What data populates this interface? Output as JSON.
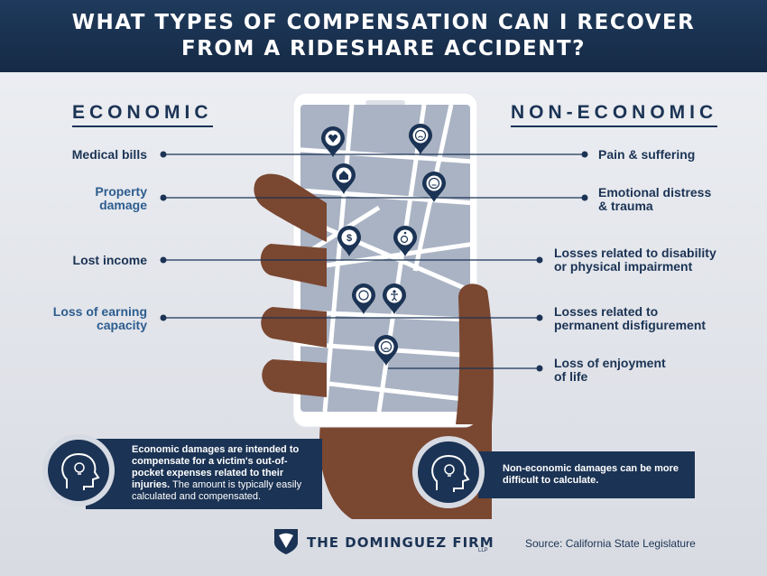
{
  "header": {
    "line1": "WHAT TYPES OF COMPENSATION CAN I RECOVER",
    "line2": "FROM A RIDESHARE ACCIDENT?"
  },
  "economic": {
    "title": "ECONOMIC",
    "items": [
      {
        "line1": "Medical bills",
        "line2": ""
      },
      {
        "line1": "Property",
        "line2": "damage"
      },
      {
        "line1": "Lost income",
        "line2": ""
      },
      {
        "line1": "Loss of earning",
        "line2": "capacity"
      }
    ],
    "info": {
      "bold": "Economic damages are intended to compensate for a victim's out-of-pocket expenses related to their injuries.",
      "regular": "The amount is typically easily calculated and compensated."
    }
  },
  "non_economic": {
    "title": "NON-ECONOMIC",
    "items": [
      {
        "line1": "Pain & suffering",
        "line2": ""
      },
      {
        "line1": "Emotional distress",
        "line2": "& trauma"
      },
      {
        "line1": "Losses related to disability",
        "line2": "or physical impairment"
      },
      {
        "line1": "Losses related to",
        "line2": "permanent disfigurement"
      },
      {
        "line1": "Loss of enjoyment",
        "line2": "of life"
      }
    ],
    "info": {
      "bold": "Non-economic damages can be more difficult to calculate."
    }
  },
  "pins": [
    "heart-monitor-icon",
    "sad-face-icon",
    "house-icon",
    "neutral-face-icon",
    "money-icon",
    "wheelchair-icon",
    "coin-icon",
    "person-icon",
    "frown-face-icon"
  ],
  "logo": {
    "name": "THE DOMINGUEZ FIRM",
    "sub": "LLP"
  },
  "source": "Source: California State Legislature",
  "colors": {
    "navy": "#1b3354",
    "header": "#1f3a5c",
    "skin": "#7a4731",
    "map": "#a9b3c4",
    "accent_blue": "#2d5d8f"
  }
}
